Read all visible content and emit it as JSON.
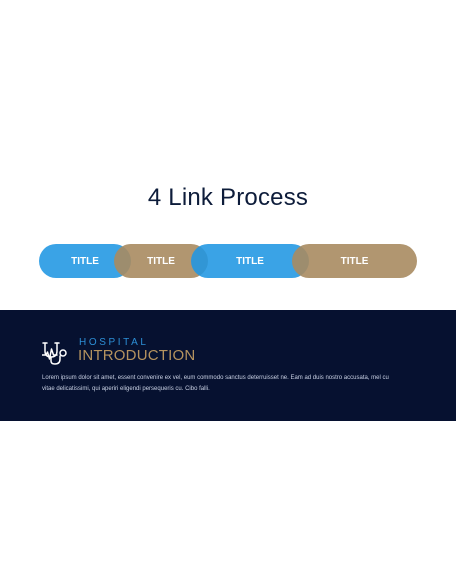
{
  "slide": {
    "title": "4 Link Process"
  },
  "steps": [
    {
      "label": "TITLE",
      "color": "#1f96e2"
    },
    {
      "label": "TITLE",
      "color": "#a88b60"
    },
    {
      "label": "TITLE",
      "color": "#1f96e2"
    },
    {
      "label": "TITLE",
      "color": "#a88b60"
    }
  ],
  "footer": {
    "brand_top": "HOSPITAL",
    "brand_bottom": "INTRODUCTION",
    "logo_icon": "stethoscope-icon",
    "description": "Lorem ipsum dolor sit amet, essent convenire ex vel, eum commodo sanctus deterruisset ne. Eam ad duis nostro accusata, mel cu vitae delicatissimi, qui aperiri eligendi persequeris cu. Cibo falli.",
    "background": "#061130"
  }
}
